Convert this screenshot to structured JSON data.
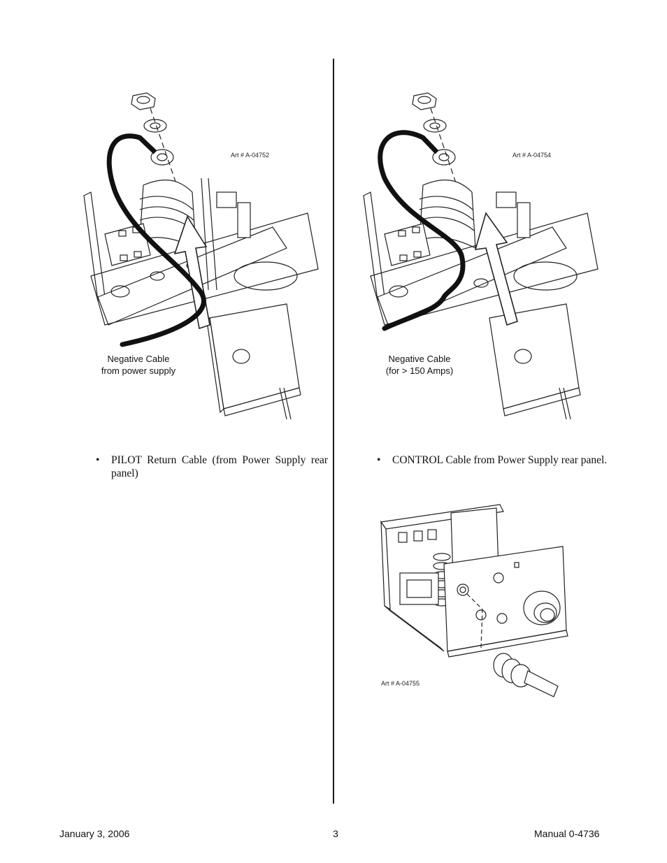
{
  "figures": {
    "left_top": {
      "art_number": "Art # A-04752",
      "caption_line1": "Negative Cable",
      "caption_line2": "from power supply"
    },
    "right_top": {
      "art_number": "Art # A-04754",
      "caption_line1": "Negative Cable",
      "caption_line2": "(for > 150 Amps)"
    },
    "right_bottom": {
      "art_number": "Art # A-04755"
    }
  },
  "bullets": {
    "left": {
      "symbol": "•",
      "text": "PILOT Return Cable (from Power Supply rear panel)"
    },
    "right": {
      "symbol": "•",
      "text": "CONTROL Cable from Power Supply rear panel."
    }
  },
  "footer": {
    "date": "January 3, 2006",
    "page_number": "3",
    "manual": "Manual 0-4736"
  }
}
